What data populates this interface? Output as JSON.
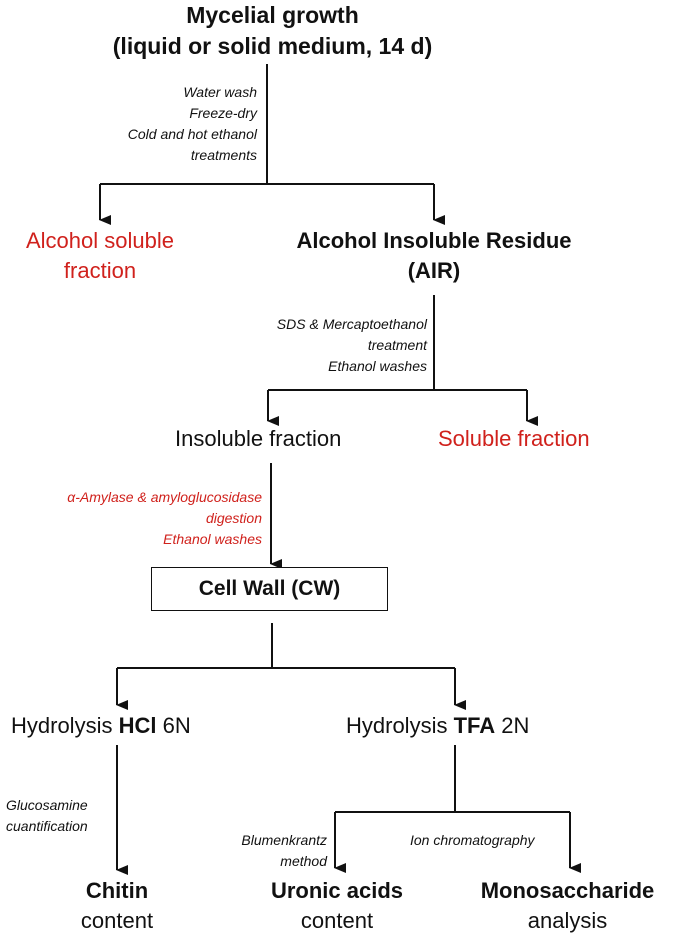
{
  "top": {
    "line1": "Mycelial growth",
    "line2": "(liquid or solid medium, 14 d)",
    "steps": [
      "Water wash",
      "Freeze-dry",
      "Cold and hot ethanol",
      "treatments"
    ]
  },
  "alcohol_soluble": {
    "line1": "Alcohol soluble",
    "line2": "fraction"
  },
  "air": {
    "line1": "Alcohol Insoluble Residue",
    "line2": "(AIR)",
    "steps": [
      "SDS & Mercaptoethanol",
      "treatment",
      "Ethanol washes"
    ]
  },
  "insoluble_fraction": "Insoluble fraction",
  "soluble_fraction": "Soluble fraction",
  "enzyme_steps": [
    "α-Amylase & amyloglucosidase",
    "digestion",
    "Ethanol washes"
  ],
  "cell_wall": "Cell Wall (CW)",
  "hcl": {
    "prefix": "Hydrolysis ",
    "bold": "HCl",
    "suffix": " 6N",
    "steps": [
      "Glucosamine",
      "cuantification"
    ]
  },
  "tfa": {
    "prefix": "Hydrolysis ",
    "bold": "TFA",
    "suffix": " 2N"
  },
  "blumenkrantz": [
    "Blumenkrantz",
    "method"
  ],
  "ion_chrom": "Ion chromatography",
  "chitin": {
    "bold": "Chitin",
    "normal": "content"
  },
  "uronic": {
    "bold": "Uronic acids",
    "normal": "content"
  },
  "mono": {
    "bold": "Monosaccharide",
    "normal": "analysis"
  },
  "colors": {
    "accent_red": "#d0211c",
    "line": "#111111"
  }
}
